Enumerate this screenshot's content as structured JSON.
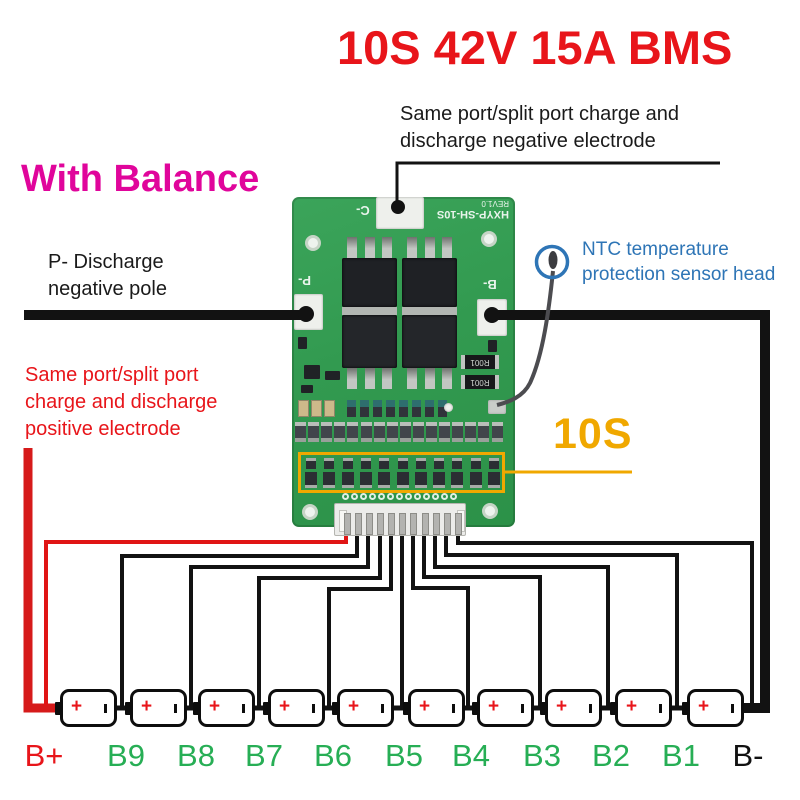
{
  "title": "10S 42V 15A BMS",
  "subtitle_balance": "With Balance",
  "annotations": {
    "negative_electrode": "Same port/split port charge and\ndischarge negative electrode",
    "discharge_pole": "P- Discharge\nnegative pole",
    "positive_electrode": "Same port/split port\ncharge and discharge\npositive electrode",
    "ntc": "NTC temperature\nprotection sensor head",
    "cells_label": "10S"
  },
  "board": {
    "silkscreen": {
      "model": "HXYP-SH-10S",
      "revision": "REV1.0",
      "pad_c": "C-",
      "pad_p": "P-",
      "pad_b": "B-",
      "shunt_resistor": "R001"
    }
  },
  "batteries": {
    "plus_symbol": "+",
    "labels": [
      {
        "text": "B+",
        "color": "red"
      },
      {
        "text": "B9",
        "color": "green"
      },
      {
        "text": "B8",
        "color": "green"
      },
      {
        "text": "B7",
        "color": "green"
      },
      {
        "text": "B6",
        "color": "green"
      },
      {
        "text": "B5",
        "color": "green"
      },
      {
        "text": "B4",
        "color": "green"
      },
      {
        "text": "B3",
        "color": "green"
      },
      {
        "text": "B2",
        "color": "green"
      },
      {
        "text": "B1",
        "color": "green"
      },
      {
        "text": "B-",
        "color": "black"
      }
    ]
  },
  "colors": {
    "title_red": "#e8151a",
    "magenta": "#e0059b",
    "ntc_blue": "#2e75b6",
    "yellow": "#f0a800",
    "label_green": "#27ae55",
    "wire_red": "#d61a1a",
    "wire_black": "#121212",
    "text_black": "#1a1a1a",
    "pcb_green": "#329a50"
  }
}
